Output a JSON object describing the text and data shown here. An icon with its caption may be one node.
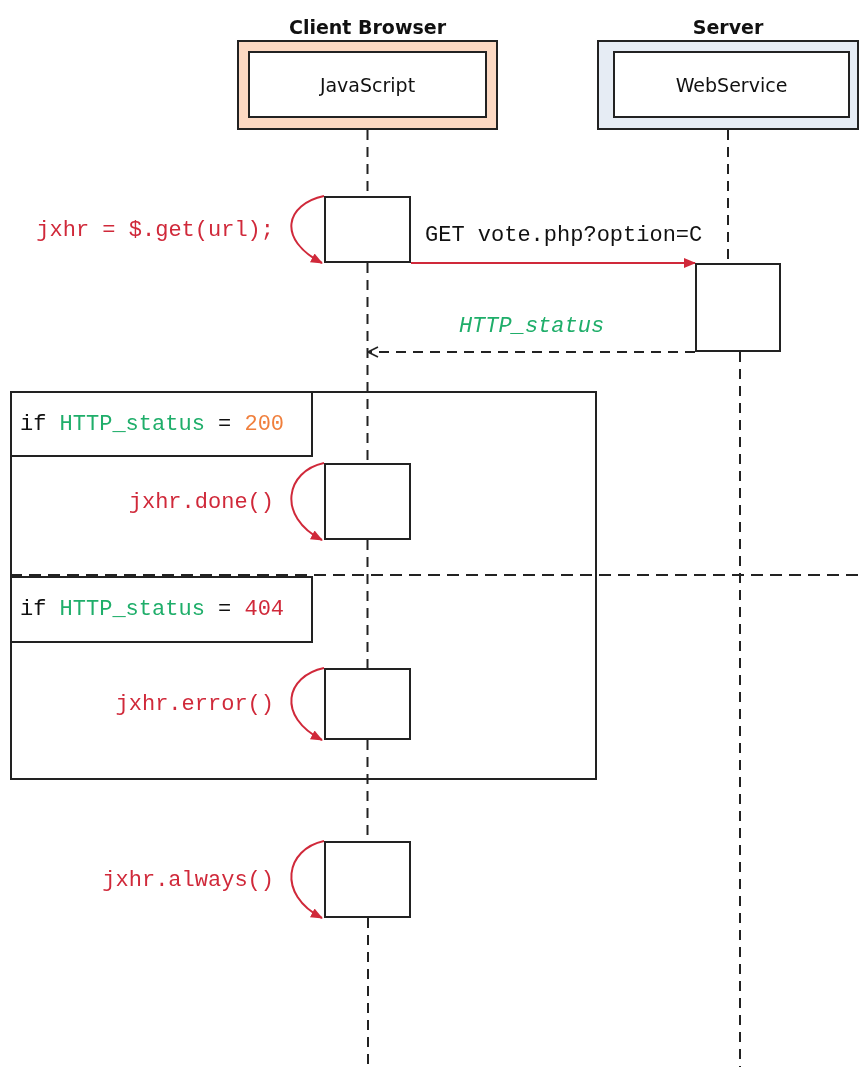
{
  "diagram": {
    "nodes": [
      {
        "text": [
          "Client Browser"
        ]
      },
      {
        "text": [
          "JavaScript"
        ],
        "in": 0
      },
      {
        "text": [
          "Server"
        ]
      },
      {
        "text": [
          "WebService"
        ],
        "in": 2
      },
      {
        "text": [],
        "shape": "box"
      },
      {
        "text": [],
        "shape": "box"
      },
      {
        "text": [],
        "shape": "box"
      },
      {
        "text": [
          "if HTTP_status = 200"
        ],
        "in": 6
      },
      {
        "text": [],
        "shape": "box",
        "in": 6
      },
      {
        "text": [
          "if HTTP_status = 404"
        ],
        "in": 6
      },
      {
        "text": [],
        "shape": "box",
        "in": 6
      },
      {
        "text": [],
        "shape": "box"
      }
    ],
    "edges": [
      {
        "from": 4,
        "to": 4,
        "arrow": "to",
        "label": "jxhr = $.get(url);",
        "color": "#d0293a"
      },
      {
        "from": 4,
        "to": 5,
        "arrow": "to",
        "label": "GET vote.php?option=C",
        "color": "#d0293a"
      },
      {
        "from": 5,
        "to": null,
        "arrow": "to",
        "label": "HTTP_status",
        "style": "dashed"
      },
      {
        "from": 8,
        "to": 8,
        "arrow": "to",
        "label": "jxhr.done()",
        "color": "#d0293a"
      },
      {
        "from": 10,
        "to": 10,
        "arrow": "to",
        "label": "jxhr.error()",
        "color": "#d0293a"
      },
      {
        "from": 11,
        "to": 11,
        "arrow": "to",
        "label": "jxhr.always()",
        "color": "#d0293a"
      },
      {
        "from": 0,
        "to": 4,
        "arrow": "none",
        "style": "dashed"
      },
      {
        "from": 4,
        "to": 8,
        "arrow": "none",
        "style": "dashed"
      },
      {
        "from": 8,
        "to": 10,
        "arrow": "none",
        "style": "dashed"
      },
      {
        "from": 10,
        "to": 11,
        "arrow": "none",
        "style": "dashed"
      },
      {
        "from": 11,
        "to": null,
        "arrow": "none",
        "style": "dashed"
      },
      {
        "from": 2,
        "to": 5,
        "arrow": "none",
        "style": "dashed"
      },
      {
        "from": 5,
        "to": null,
        "arrow": "none",
        "style": "dashed"
      }
    ]
  }
}
